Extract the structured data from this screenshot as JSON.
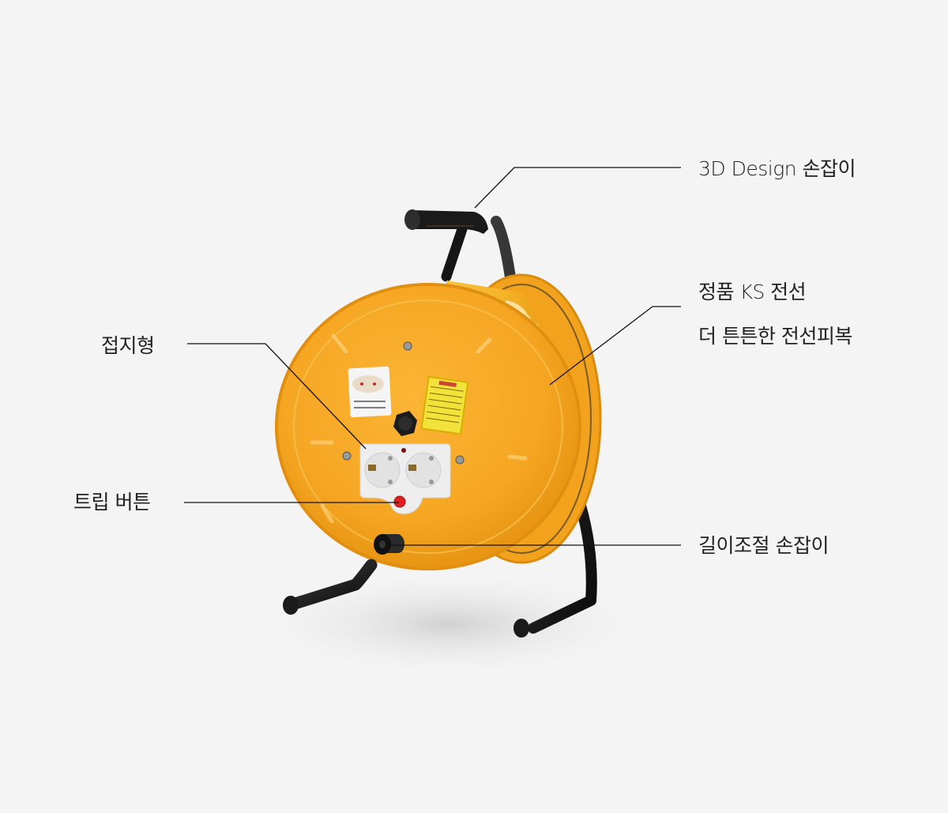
{
  "product": {
    "name": "cord reel",
    "body_color": "#f5a623",
    "frame_color": "#1a1a1a",
    "socket_color": "#eeeeee",
    "trip_button_color": "#e02020"
  },
  "callouts": [
    {
      "id": "handle",
      "lines": [
        "3D Design 손잡이"
      ]
    },
    {
      "id": "ks-cable",
      "lines": [
        "정품 KS 전선",
        "더 튼튼한 전선피복"
      ]
    },
    {
      "id": "grounding",
      "lines": [
        "접지형"
      ]
    },
    {
      "id": "trip-button",
      "lines": [
        "트립 버튼"
      ]
    },
    {
      "id": "length-handle",
      "lines": [
        "길이조절 손잡이"
      ]
    }
  ],
  "colors": {
    "background": "#f4f4f4",
    "text": "#222222",
    "leader_line": "#111111"
  }
}
